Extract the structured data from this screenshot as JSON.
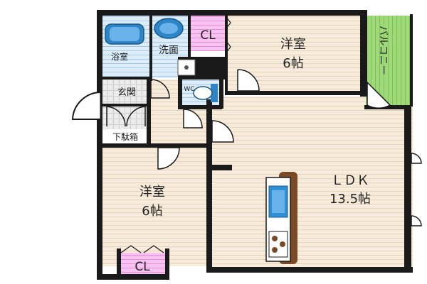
{
  "rooms": {
    "western_north": {
      "name": "洋室",
      "size": "6帖"
    },
    "western_south": {
      "name": "洋室",
      "size": "6帖"
    },
    "ldk": {
      "name": "ＬＤＫ",
      "size": "13.5帖"
    },
    "balcony": {
      "name": "バルコニー"
    },
    "bath": {
      "name": "浴室"
    },
    "washroom": {
      "name": "洗面"
    },
    "entrance": {
      "name": "玄関"
    },
    "shoe_box": {
      "name": "下駄箱"
    },
    "closet_north": {
      "name": "CL"
    },
    "closet_south": {
      "name": "CL"
    },
    "toilet": {
      "name": "WC"
    }
  },
  "colors": {
    "wall": "#1a1a1a",
    "wood_floor": "#f7ecdc",
    "wood_line": "#e8d6bd",
    "tile": "#d6e8f7",
    "balcony": "#93d36e",
    "closet": "#f2a6e6",
    "counter": "#7a4a26",
    "kitchen_blue": "#2f8fd6"
  }
}
